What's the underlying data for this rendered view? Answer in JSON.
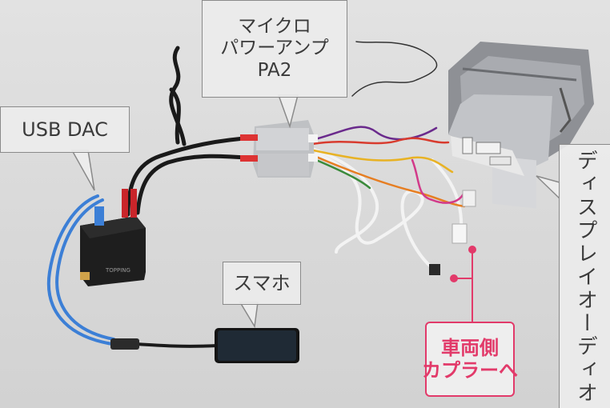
{
  "labels": {
    "usb_dac": "USB DAC",
    "amp_line1": "マイクロ",
    "amp_line2": "パワーアンプ",
    "amp_line3": "PA2",
    "smartphone": "スマホ",
    "display_audio": "ディスプレイオーディオ",
    "car_line1": "車両側",
    "car_line2": "カプラーへ",
    "dac_brand": "TOPPING"
  },
  "colors": {
    "background": "#dcdcdc",
    "callout_border": "#8a8a8a",
    "callout_text": "#3a3a3a",
    "accent_pink": "#e23a6a",
    "cable_black": "#1a1a1a",
    "usb_blue": "#3c7fd6"
  }
}
